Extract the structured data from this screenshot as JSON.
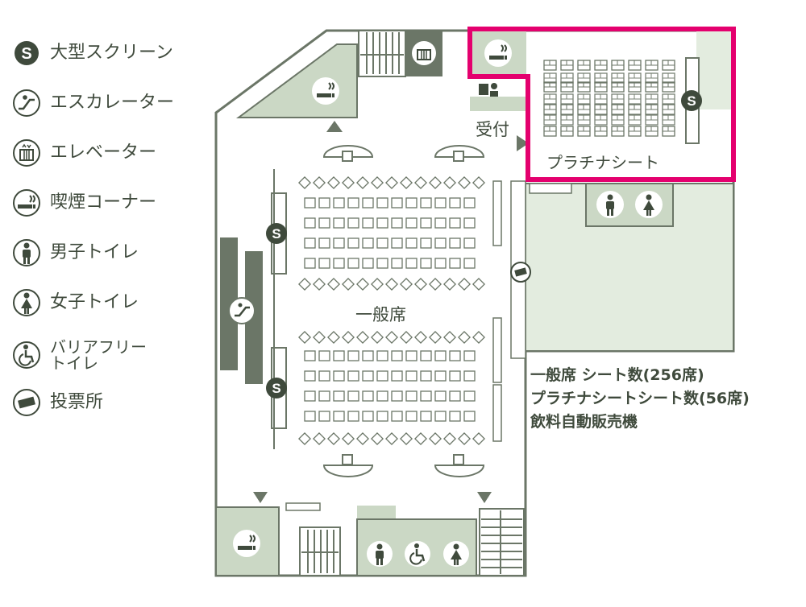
{
  "legend": {
    "items": [
      {
        "icon": "screen-icon",
        "label": "大型スクリーン"
      },
      {
        "icon": "escalator-icon",
        "label": "エスカレーター"
      },
      {
        "icon": "elevator-icon",
        "label": "エレベーター"
      },
      {
        "icon": "smoking-icon",
        "label": "喫煙コーナー"
      },
      {
        "icon": "mens-restroom-icon",
        "label": "男子トイレ"
      },
      {
        "icon": "womens-restroom-icon",
        "label": "女子トイレ"
      },
      {
        "icon": "accessible-restroom-icon",
        "label_line1": "バリアフリー",
        "label_line2": "トイレ"
      },
      {
        "icon": "voting-booth-icon",
        "label": "投票所"
      }
    ]
  },
  "map": {
    "reception_label": "受付",
    "platinum_label": "プラチナシート",
    "general_label": "一般席",
    "screen_letter": "S"
  },
  "notes": {
    "general_seats": "一般席 シート数(256席)",
    "platinum_seats": "プラチナシートシート数(56席)",
    "vending": "飲料自動販売機"
  },
  "colors": {
    "wall": "#6b7667",
    "area_fill": "#cbd8c5",
    "light_fill": "#e3ecdf",
    "highlight": "#e4006e",
    "icon_dark": "#3f4a3c"
  }
}
